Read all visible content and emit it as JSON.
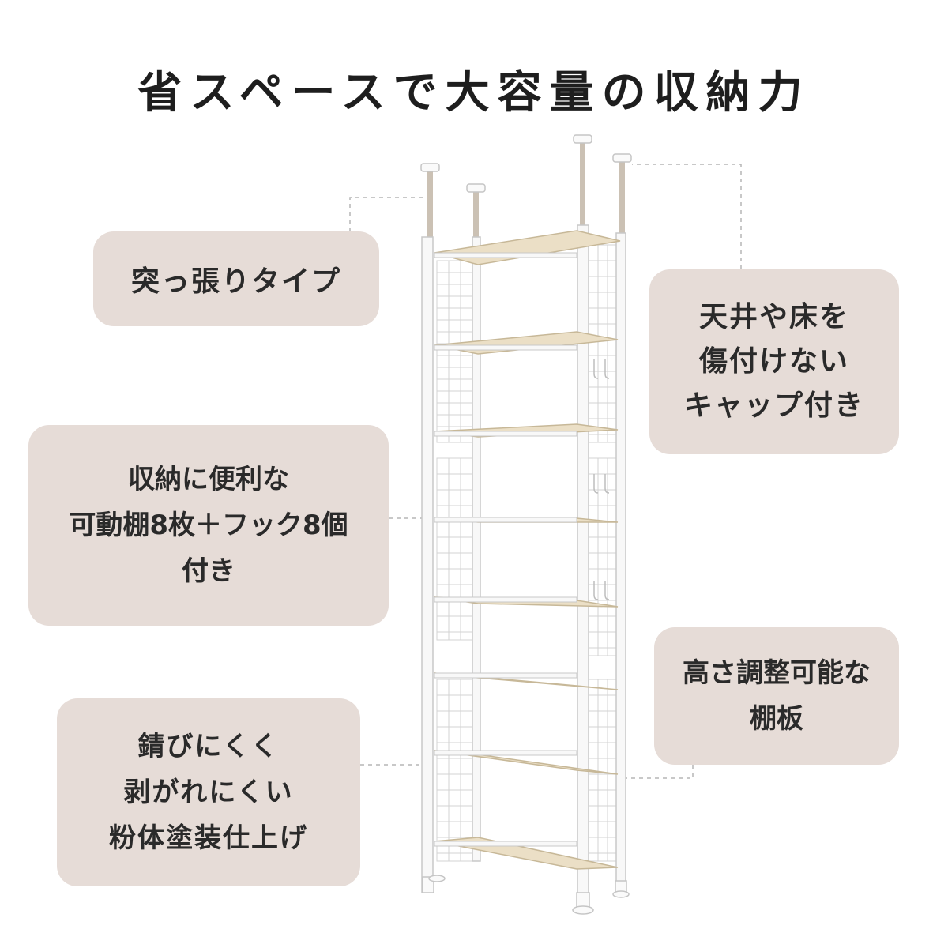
{
  "title": "省スペースで大容量の収納力",
  "callouts": {
    "tension": {
      "lines": [
        "突っ張りタイプ"
      ]
    },
    "caps": {
      "lines": [
        "天井や床を",
        "傷付けない",
        "キャップ付き"
      ]
    },
    "shelves_hooks": {
      "lines": [
        "収納に便利な",
        "可動棚8枚＋フック8個",
        "付き"
      ]
    },
    "adjustable": {
      "lines": [
        "高さ調整可能な",
        "棚板"
      ]
    },
    "coating": {
      "lines": [
        "錆びにくく",
        "剥がれにくい",
        "粉体塗装仕上げ"
      ]
    }
  },
  "colors": {
    "callout_bg": "#e6dcd7",
    "frame": "#f7f7f7",
    "frame_edge": "#c8c8c8",
    "shelf_wood": "#e9dcc2",
    "pole_metal": "#c9bfb2"
  },
  "product": {
    "icon": "tension-rack-shelf-illustration",
    "shelf_count": 8,
    "hook_count": 8
  }
}
